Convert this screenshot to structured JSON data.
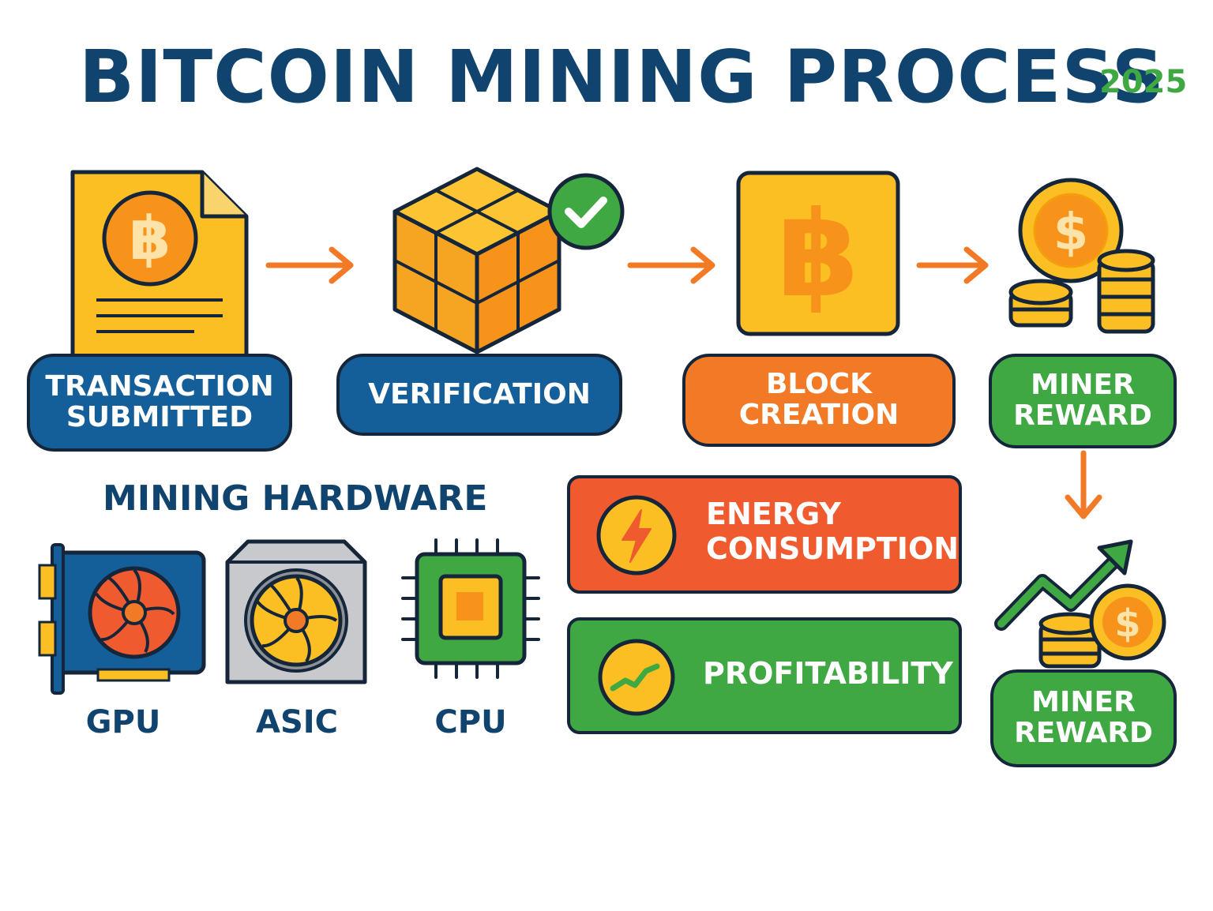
{
  "header": {
    "title": "BITCOIN MINING PROCESS",
    "year": "2025"
  },
  "steps": [
    {
      "label_lines": [
        "TRANSACTION",
        "SUBMITTED"
      ],
      "icon": "bitcoin-document-icon"
    },
    {
      "label_lines": [
        "VERIFICATION"
      ],
      "icon": "verified-cube-icon"
    },
    {
      "label_lines": [
        "BLOCK",
        "CREATION"
      ],
      "icon": "bitcoin-block-icon"
    },
    {
      "label_lines": [
        "MINER",
        "REWARD"
      ],
      "icon": "coin-stacks-icon"
    }
  ],
  "hardware": {
    "heading": "MINING HARDWARE",
    "items": [
      {
        "label": "GPU",
        "icon": "gpu-card-icon"
      },
      {
        "label": "ASIC",
        "icon": "asic-miner-icon"
      },
      {
        "label": "CPU",
        "icon": "cpu-chip-icon"
      }
    ]
  },
  "factors": [
    {
      "label_lines": [
        "ENERGY",
        "CONSUMPTION"
      ],
      "icon": "lightning-icon"
    },
    {
      "label_lines": [
        "PROFITABILITY"
      ],
      "icon": "trend-line-icon"
    }
  ],
  "final_reward": {
    "label_lines": [
      "MINER",
      "REWARD"
    ],
    "icon": "growth-coins-icon"
  },
  "colors": {
    "navy": "#10446e",
    "blue": "#145f9a",
    "orange": "#f27a26",
    "green": "#3fa842",
    "red": "#ef5a2e",
    "yellow": "#fbbf24",
    "outline": "#15263a"
  }
}
